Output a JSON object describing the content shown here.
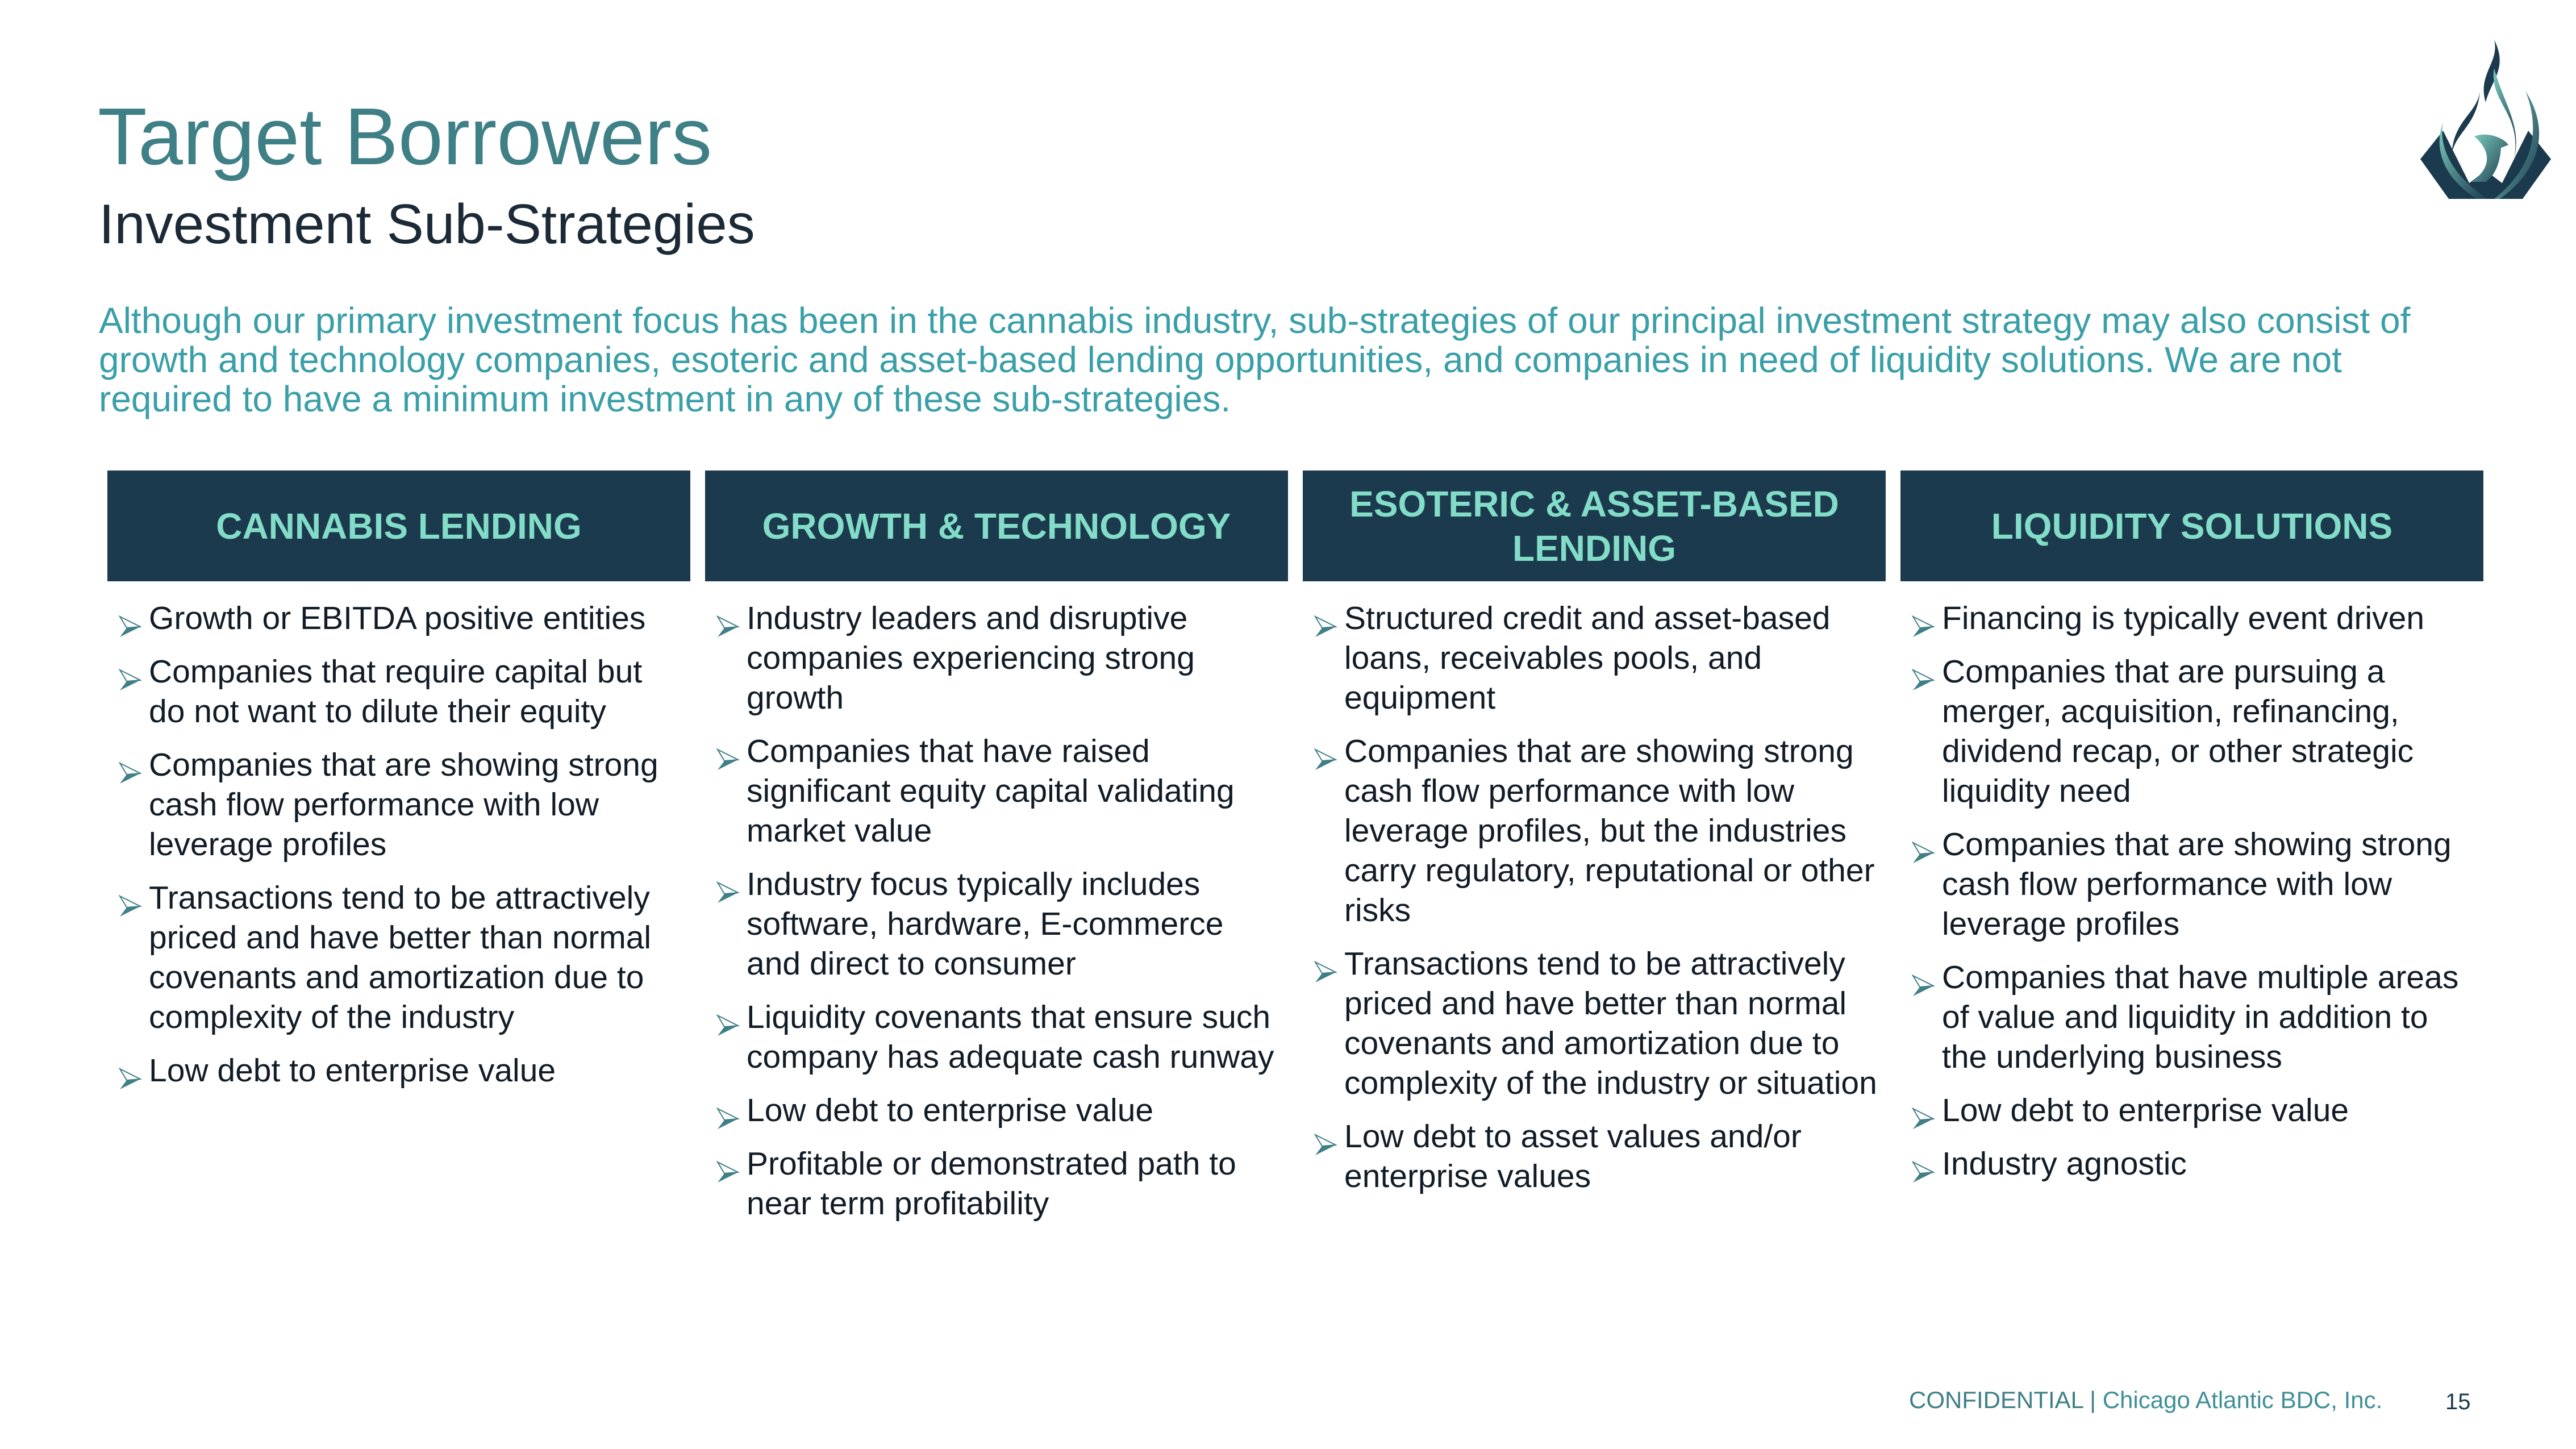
{
  "header": {
    "title": "Target Borrowers",
    "subtitle": "Investment Sub-Strategies",
    "intro": "Although our primary investment focus has been in the cannabis industry, sub-strategies of our principal investment strategy may also consist of growth and technology companies, esoteric and asset-based lending opportunities, and companies in need of liquidity solutions. We are not required to have a minimum investment in any of these sub-strategies."
  },
  "columns": [
    {
      "title": "CANNABIS LENDING",
      "items": [
        "Growth or EBITDA positive entities",
        "Companies that require capital but do not want to dilute their equity",
        "Companies that are showing strong cash flow performance with low leverage profiles",
        "Transactions tend to be attractively priced and have better than normal covenants and amortization due to complexity of the industry",
        "Low debt to enterprise value"
      ]
    },
    {
      "title": "GROWTH & TECHNOLOGY",
      "items": [
        "Industry leaders and disruptive companies experiencing strong growth",
        "Companies that have raised significant equity capital validating market value",
        "Industry focus typically includes software, hardware, E-commerce and direct to consumer",
        "Liquidity covenants that ensure such company has adequate cash runway",
        "Low debt to enterprise value",
        "Profitable or demonstrated path to near term profitability"
      ]
    },
    {
      "title": "ESOTERIC & ASSET-BASED LENDING",
      "items": [
        "Structured credit and asset-based loans, receivables pools, and equipment",
        "Companies that are showing strong cash flow performance with low leverage profiles, but the industries carry regulatory, reputational or other risks",
        "Transactions tend to be attractively priced and have better than normal covenants and amortization due to complexity of the industry or situation",
        "Low debt to asset values and/or enterprise values"
      ]
    },
    {
      "title": "LIQUIDITY SOLUTIONS",
      "items": [
        "Financing is typically event driven",
        "Companies that are pursuing a merger, acquisition, refinancing, dividend recap, or other strategic liquidity need",
        "Companies that are showing strong cash flow performance with low leverage profiles",
        "Companies that have multiple areas of value and liquidity in addition to the underlying business",
        "Low debt to enterprise value",
        "Industry agnostic"
      ]
    }
  ],
  "footer": {
    "confidential": "CONFIDENTIAL | ",
    "company": "Chicago Atlantic BDC, Inc.",
    "page_number": "15"
  },
  "colors": {
    "header_bg": "#1B3A4D",
    "header_text": "#82DCC8",
    "accent": "#3A9FA8"
  }
}
